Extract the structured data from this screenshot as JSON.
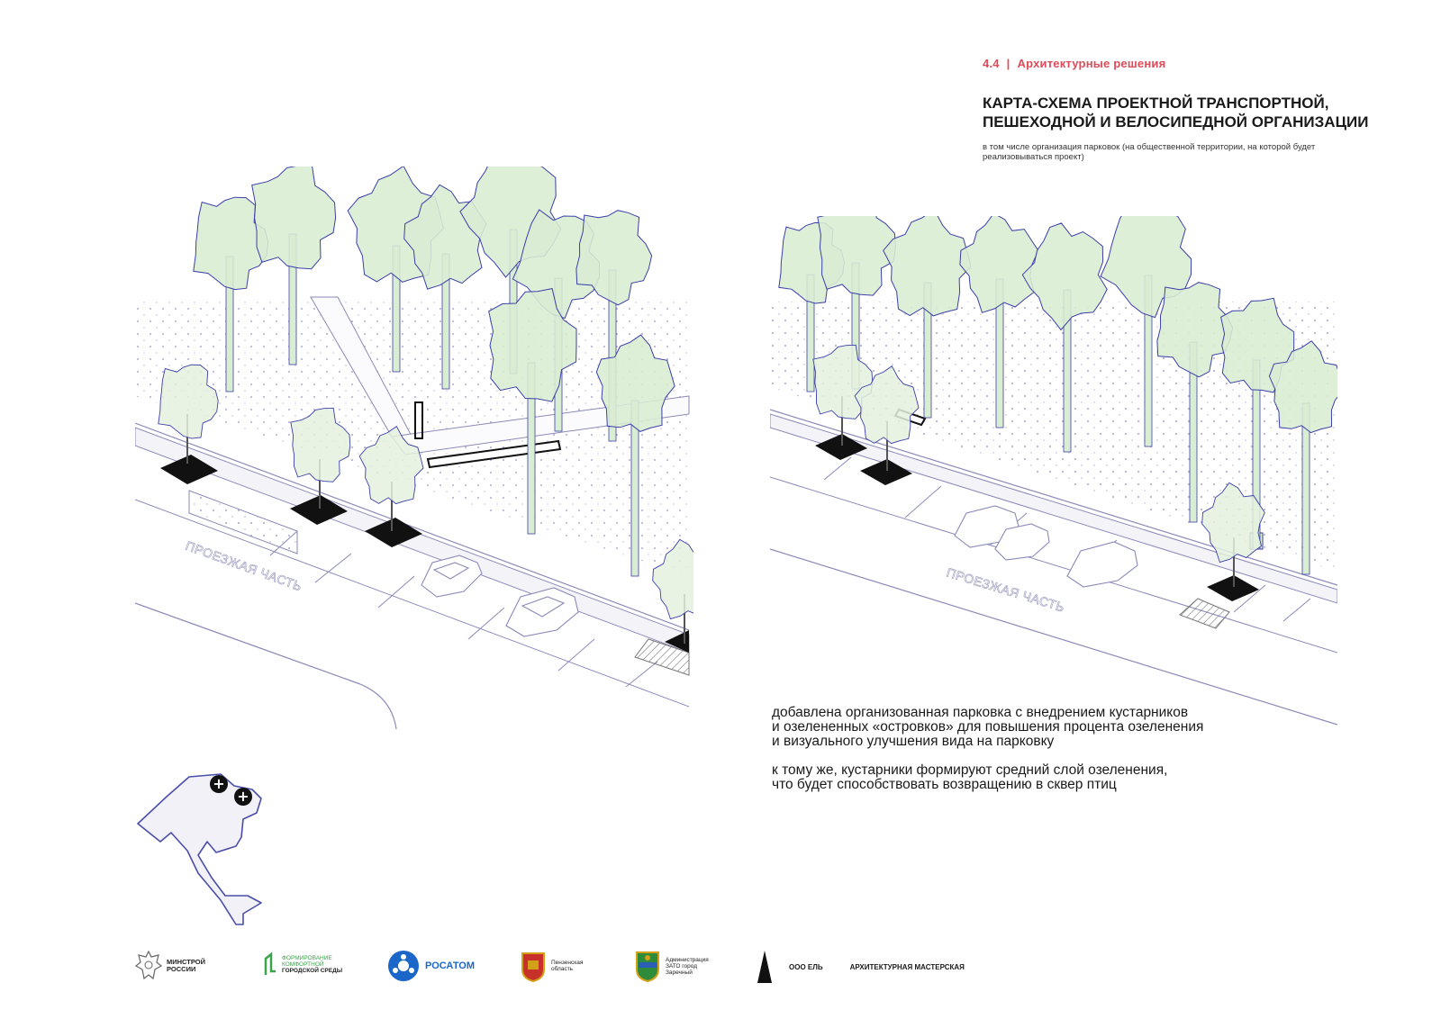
{
  "header": {
    "section_number": "4.4",
    "section_separator": "|",
    "section_name": "Архитектурные решения",
    "title_line1": "КАРТА-СХЕМА ПРОЕКТНОЙ ТРАНСПОРТНОЙ,",
    "title_line2": "ПЕШЕХОДНОЙ И ВЕЛОСИПЕДНОЙ ОРГАНИЗАЦИИ",
    "subtitle_line1": "в том числе организация парковок (на общественной территории, на которой будет",
    "subtitle_line2": "реализовываться проект)"
  },
  "scenes": {
    "left_road_label": "ПРОЕЗЖАЯ ЧАСТЬ",
    "right_road_label": "ПРОЕЗЖАЯ ЧАСТЬ"
  },
  "caption": {
    "p1_line1": "добавлена организованная парковка с внедрением кустарников",
    "p1_line2": "и озелененных «островков» для повышения процента озеленения",
    "p1_line3": "и визуального улучшения вида на парковку",
    "p2_line1": "к тому же, кустарники формируют средний слой озеленения,",
    "p2_line2": "что будет способствовать возвращению в сквер птиц"
  },
  "minimap": {
    "marker_symbol": "+"
  },
  "logos": {
    "minstroy_line1": "МИНСТРОЙ",
    "minstroy_line2": "РОССИИ",
    "fks_line1": "ФОРМИРОВАНИЕ",
    "fks_line2": "КОМФОРТНОЙ",
    "fks_line3": "ГОРОДСКОЙ СРЕДЫ",
    "rosatom": "РОСАТОМ",
    "penza_line1": "Пензенская",
    "penza_line2": "область",
    "zato_line1": "Администрация",
    "zato_line2": "ЗАТО город",
    "zato_line3": "Заречный",
    "el": "ООО ЕЛЬ",
    "studio": "АРХИТЕКТУРНАЯ МАСТЕРСКАЯ"
  },
  "colors": {
    "accent_red": "#e04b5a",
    "tree_fill": "#d9edd3",
    "tree_outline": "#3b3fa8",
    "line": "#8a89b8",
    "dot": "#b7b3cf",
    "dark": "#111111",
    "rosatom_blue": "#1b66c9"
  }
}
